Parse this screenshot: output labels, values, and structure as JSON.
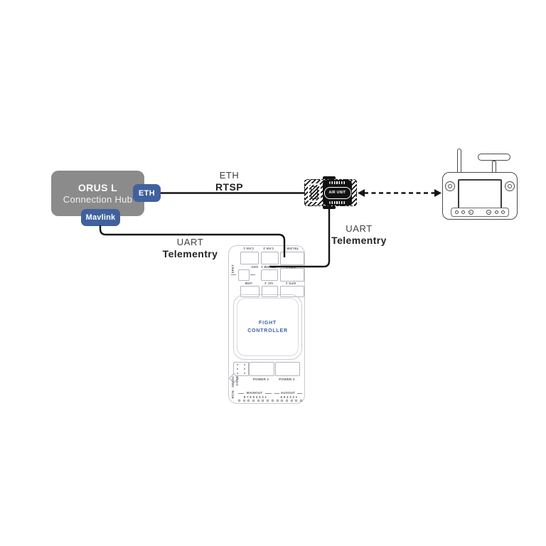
{
  "hub": {
    "name": "ORUS L",
    "subtitle": "Connection Hub",
    "ports": {
      "eth": "ETH",
      "mavlink": "Mavlink"
    }
  },
  "connections": {
    "eth": {
      "protocol": "ETH",
      "service": "RTSP"
    },
    "uart_left": {
      "protocol": "UART",
      "service": "Telementry"
    },
    "uart_right": {
      "protocol": "UART",
      "service": "Telementry"
    }
  },
  "air_unit": {
    "label": "AIR UNIT"
  },
  "fc": {
    "title": [
      "FIGHT",
      "CONTROLLER"
    ],
    "row1": [
      "CAN 1",
      "CAN 2",
      "TELEM 2"
    ],
    "row2": [
      "ADC",
      "TELEM 1",
      "GPS 2"
    ],
    "row3": [
      "USB",
      "I2C 2",
      "GPS 1"
    ],
    "spkt": "SPKT",
    "power": [
      "POWER 1",
      "POWER 2"
    ],
    "rail_labels": [
      "SBUSo",
      "CONS",
      "RCIN"
    ],
    "mainout": "MAINOUT",
    "mainout_pins": "8 7 6 5 4 3 2 1",
    "auxout": "AUXOUT",
    "auxout_pins": "6 5 4 3 2 1"
  },
  "colors": {
    "hub_gray": "#8b8b8b",
    "badge_blue": "#40619e",
    "fc_text_blue": "#3b62a8",
    "wire_black": "#141414"
  }
}
